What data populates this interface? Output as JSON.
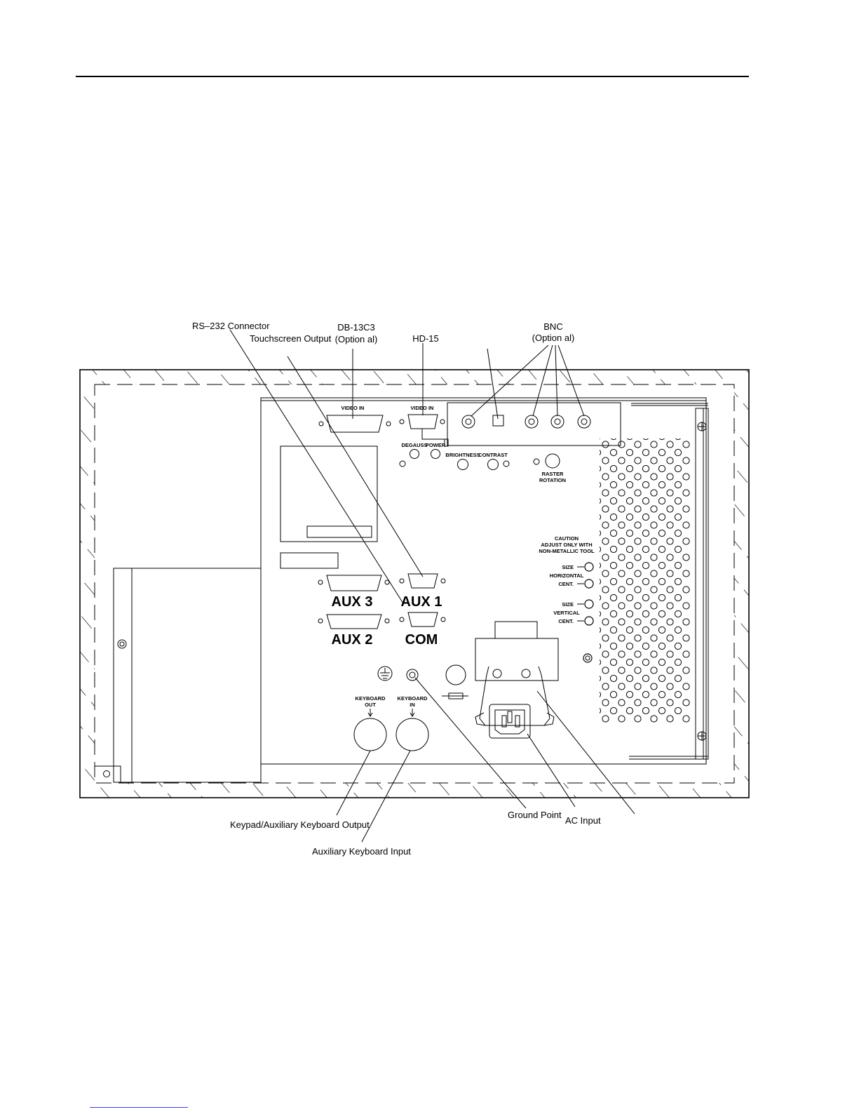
{
  "callouts": {
    "rs232": "RS–232 Connector",
    "touchscreen": "Touchscreen  Output",
    "db13c3": "DB-13C3",
    "db13c3_opt": "(Option al)",
    "hd15": "HD-15",
    "bnc": "BNC",
    "bnc_opt": "(Option al)",
    "keypad_out": "Keypad/Auxiliary Keyboard Output",
    "aux_kbd_in": "Auxiliary Keyboard Input",
    "ground_point": "Ground Point",
    "ac_input": "AC Input"
  },
  "panel": {
    "video_in_1": "VIDEO IN",
    "video_in_2": "VIDEO IN",
    "degauss": "DEGAUSS",
    "power": "POWER",
    "brightness": "BRIGHTNESS",
    "contrast": "CONTRAST",
    "raster": "RASTER",
    "rotation": "ROTATION",
    "caution_1": "CAUTION",
    "caution_2": "ADJUST ONLY WITH",
    "caution_3": "NON-METALLIC TOOL",
    "size_h": "SIZE",
    "horizontal": "HORIZONTAL",
    "cent_h": "CENT.",
    "size_v": "SIZE",
    "vertical": "VERTICAL",
    "cent_v": "CENT.",
    "aux3": "AUX 3",
    "aux1": "AUX 1",
    "aux2": "AUX 2",
    "com": "COM",
    "keyboard_out_1": "KEYBOARD",
    "keyboard_out_2": "OUT",
    "keyboard_in_1": "KEYBOARD",
    "keyboard_in_2": "IN"
  }
}
